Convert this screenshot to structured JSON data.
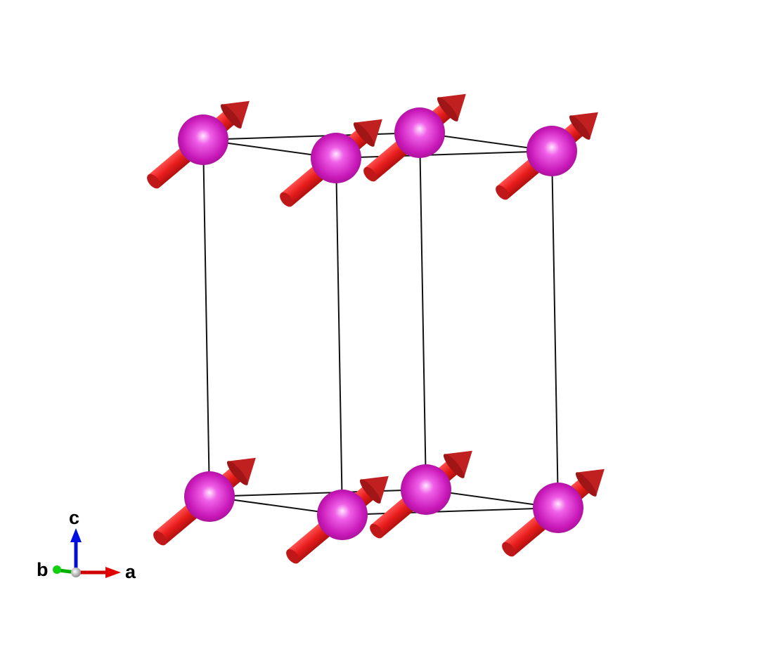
{
  "structure": {
    "atom_color": "#d020c0",
    "spin_color": "#e41e1e",
    "bond_color": "#111111"
  },
  "axes": {
    "a_label": "a",
    "b_label": "b",
    "c_label": "c",
    "a_color": "#e00000",
    "b_color": "#00c000",
    "c_color": "#0000e0"
  }
}
